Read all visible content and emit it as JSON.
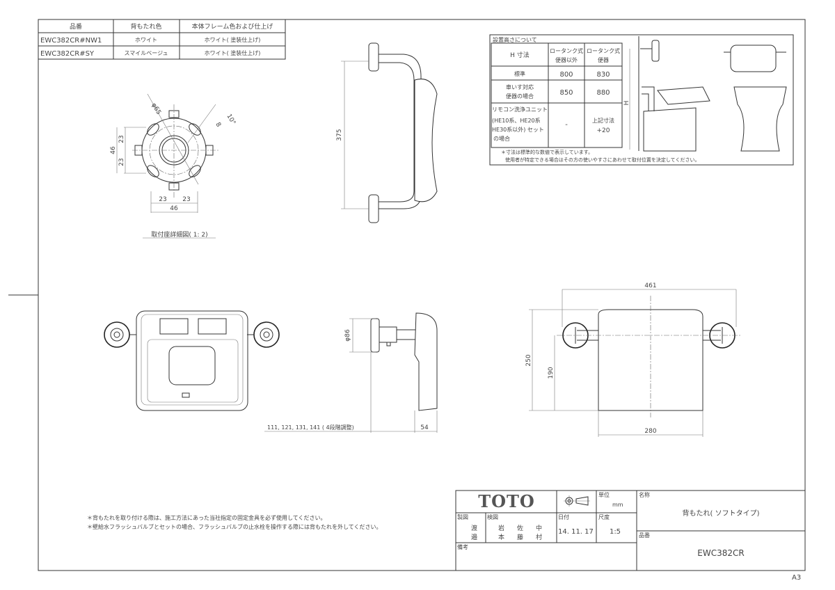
{
  "spec_table": {
    "headers": [
      "品番",
      "背もたれ色",
      "本体フレーム色および仕上げ"
    ],
    "rows": [
      [
        "EWC382CR#NW1",
        "ホワイト",
        "ホワイト( 塗装仕上げ)"
      ],
      [
        "EWC382CR#SY",
        "スマイルベージュ",
        "ホワイト( 塗装仕上げ)"
      ]
    ]
  },
  "mount_detail": {
    "dims": {
      "dia": "φ65",
      "angle": "10°",
      "r": "8",
      "v_half_1": "23",
      "v_half_2": "23",
      "v_total": "46",
      "h_half_1": "23",
      "h_half_2": "23",
      "h_total": "46"
    },
    "caption": "取付座詳細図( 1: 2)"
  },
  "side_view_top": {
    "height_dim": "375"
  },
  "install_height": {
    "title": "設置高さについて",
    "header": {
      "c1": "H 寸法",
      "c2a": "ロータンク式",
      "c2b": "便器以外",
      "c3a": "ロータンク式",
      "c3b": "便器"
    },
    "rows": [
      {
        "label": [
          "標準"
        ],
        "v1": "800",
        "v2": "830"
      },
      {
        "label": [
          "車いす対応",
          "便器の場合"
        ],
        "v1": "850",
        "v2": "880"
      },
      {
        "label": [
          "リモコン洗浄ユニット",
          "(HE10系、HE20系",
          "HE30系以外) セット",
          "の場合"
        ],
        "v1": "-",
        "v2a": "上記寸法",
        "v2b": "+20"
      }
    ],
    "note1": "＊寸法は標準的な数値で表示しています。",
    "note2": "使用者が特定できる場合はその方の使いやすさにあわせて取付位置を決定してください。",
    "h_label": "H"
  },
  "side_view_bottom": {
    "dia": "φ86",
    "depth": "111, 121, 131, 141 ( 4段階調整)",
    "thickness": "54"
  },
  "front_view": {
    "width": "461",
    "height": "250",
    "inner_height": "190",
    "pad_width": "280"
  },
  "notes": [
    "＊背もたれを取り付ける際は、施工方法にあった当社指定の固定金具を必ず使用してください。",
    "＊壁給水フラッシュバルブとセットの場合、フラッシュバルブの止水栓を操作する際には背もたれを外してください。"
  ],
  "title_block": {
    "logo": "TOTO",
    "unit_label": "単位",
    "unit": "mm",
    "name_label": "名称",
    "name": "背もたれ( ソフトタイプ)",
    "drawn_label": "製図",
    "drawn_by": [
      "渡",
      "邉"
    ],
    "checked_label": "検図",
    "checked_by_1": [
      "岩",
      "佐",
      "中"
    ],
    "checked_by_2": [
      "本",
      "藤",
      "村"
    ],
    "date_label": "日付",
    "date": "14. 11. 17",
    "scale_label": "尺度",
    "scale": "1:5",
    "part_label": "品番",
    "part_no": "EWC382CR",
    "remarks_label": "備考"
  },
  "sheet_size": "A3"
}
